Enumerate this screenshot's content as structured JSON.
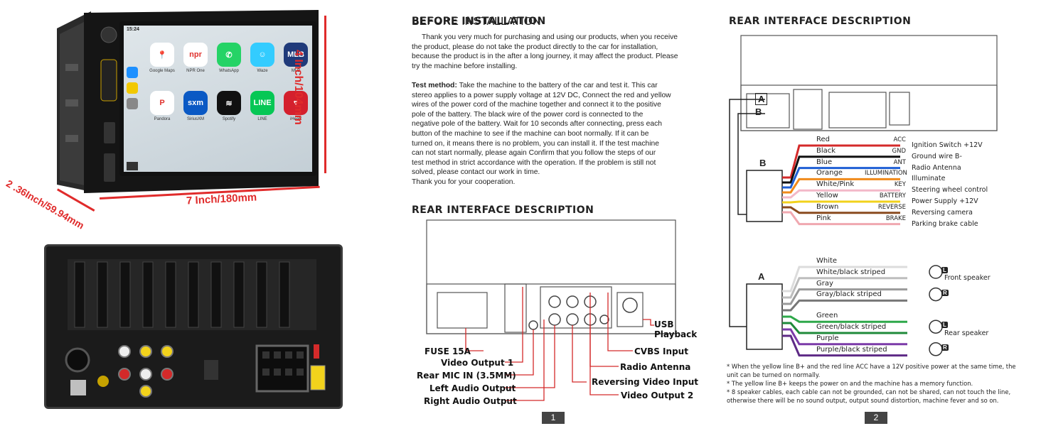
{
  "left": {
    "status_time": "15:24",
    "apps": [
      {
        "label": "Google Maps",
        "color": "#ffffff",
        "glyph": "📍"
      },
      {
        "label": "NPR One",
        "color": "#ffffff",
        "glyph": "npr"
      },
      {
        "label": "WhatsApp",
        "color": "#25d366",
        "glyph": "✆"
      },
      {
        "label": "Waze",
        "color": "#33ccff",
        "glyph": "☺"
      },
      {
        "label": "MLB",
        "color": "#1f3a7a",
        "glyph": "MLB"
      },
      {
        "label": "Pandora",
        "color": "#ffffff",
        "glyph": "P"
      },
      {
        "label": "SiriusXM",
        "color": "#0a59c4",
        "glyph": "sxm"
      },
      {
        "label": "Spotify",
        "color": "#111111",
        "glyph": "≋"
      },
      {
        "label": "LINE",
        "color": "#06c755",
        "glyph": "LINE"
      },
      {
        "label": "iHeart",
        "color": "#d4202d",
        "glyph": "♥"
      }
    ],
    "dim_height": "4 Inch/104mm",
    "dim_width": "7 Inch/180mm",
    "dim_depth": "2 .36Inch/59.94mm"
  },
  "page1": {
    "before_title": "BEFORE INSTALLATION",
    "before_lines": [
      "Thank you very much for purchasing and using our products, when you receive",
      "the product, please do not take the product directly to the car for installation,",
      "because the product is in the after a long journey, it may affect the product. Please",
      "try the machine before installing."
    ],
    "test_label": "Test method:",
    "test_lines": [
      " Take the machine to the battery of the car and test it. This car",
      "stereo applies to a power supply voltage at 12V DC, Connect the red and yellow",
      "wires of the power cord of the machine together and connect it to the positive",
      "pole of the battery. The black wire of the power cord is connected to the",
      "negative pole of the battery. Wait for 10 seconds after connecting, press each",
      "button of the machine to see if the machine can boot normally. If it can be",
      "turned on, it means there is no problem, you can install it. If the test machine",
      "can not start normally, please again Confirm that you follow the steps of our",
      "test method in strict accordance with the operation. If the problem is still not",
      "solved, please contact our work in time.",
      "Thank you for your cooperation."
    ],
    "rear_title": "REAR INTERFACE DESCRIPTION",
    "labels_left": [
      "FUSE  15A",
      "Video Output 1",
      "Rear MIC IN (3.5MM)",
      "Left Audio Output",
      "Right Audio Output"
    ],
    "labels_right": [
      "USB",
      "Playback",
      "CVBS Input",
      "Radio Antenna",
      "Reversing Video Input",
      "Video Output 2"
    ],
    "page_number": "1"
  },
  "page2": {
    "rear_title": "REAR INTERFACE DESCRIPTION",
    "connector_a": "A",
    "connector_b": "B",
    "b_wires": [
      {
        "name": "Red",
        "code": "ACC",
        "color": "#d42a2a"
      },
      {
        "name": "Black",
        "code": "GND",
        "color": "#111111"
      },
      {
        "name": "Blue",
        "code": "ANT",
        "color": "#1f5fd4"
      },
      {
        "name": "Orange",
        "code": "ILLUMINATION",
        "color": "#f08a1a"
      },
      {
        "name": "White/Pink",
        "code": "KEY",
        "color": "#f3b8c8"
      },
      {
        "name": "Yellow",
        "code": "BATTERY",
        "color": "#f2d21c"
      },
      {
        "name": "Brown",
        "code": "REVERSE",
        "color": "#8a4a1e"
      },
      {
        "name": "Pink",
        "code": "BRAKE",
        "color": "#f0a8b0"
      }
    ],
    "b_functions": [
      "Ignition Switch +12V",
      "Ground wire B-",
      "Radio Antenna",
      "Illuminate",
      "Steering wheel control",
      "Power Supply +12V",
      "Reversing camera",
      "Parking brake cable"
    ],
    "a_wires": [
      {
        "name": "White",
        "color": "#dcdcdc"
      },
      {
        "name": "White/black striped",
        "color": "#bdbdbd"
      },
      {
        "name": "Gray",
        "color": "#9a9a9a"
      },
      {
        "name": "Gray/black striped",
        "color": "#777777"
      },
      {
        "name": "Green",
        "color": "#2ea84a"
      },
      {
        "name": "Green/black striped",
        "color": "#1f8a3a"
      },
      {
        "name": "Purple",
        "color": "#7b3aa8"
      },
      {
        "name": "Purple/black striped",
        "color": "#5e2a86"
      }
    ],
    "front_speaker": "Front speaker",
    "rear_speaker": "Rear speaker",
    "speaker_l": "L",
    "speaker_r": "R",
    "notes": [
      "* When the yellow line B+ and the red line ACC have a 12V positive power at the same time, the",
      "   unit can be turned on normally.",
      "* The yellow line B+ keeps the power on and the machine has a memory function.",
      "* 8 speaker cables, each cable can not be grounded, can not be shared, can not touch the line,",
      "   otherwise there will be no sound output, output sound distortion, machine fever and so on."
    ],
    "page_number": "2"
  }
}
